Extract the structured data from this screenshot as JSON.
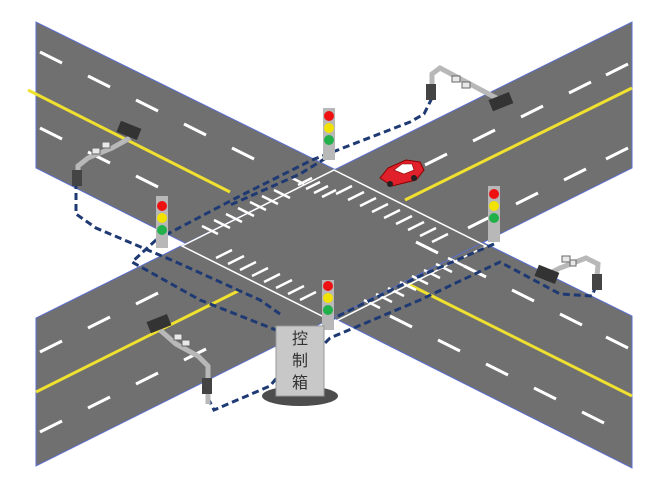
{
  "control_box": {
    "label_chars": [
      "控",
      "制",
      "箱"
    ]
  },
  "colors": {
    "road": "#707070",
    "road_edge": "#5a6fd0",
    "lane_dash": "#ffffff",
    "center_line": "#f0e030",
    "crosswalk": "#ffffff",
    "cable": "#1f3a73",
    "pole": "#b8b8b8",
    "signal_red": "#ee1111",
    "signal_yellow": "#f2e200",
    "signal_green": "#22b04a",
    "car": "#e0202a",
    "cabinet": "#c8c8c8",
    "cabinet_base": "#4d4d4d"
  },
  "icons": [
    "traffic-light-icon",
    "camera-icon",
    "car-icon",
    "control-box-icon"
  ]
}
